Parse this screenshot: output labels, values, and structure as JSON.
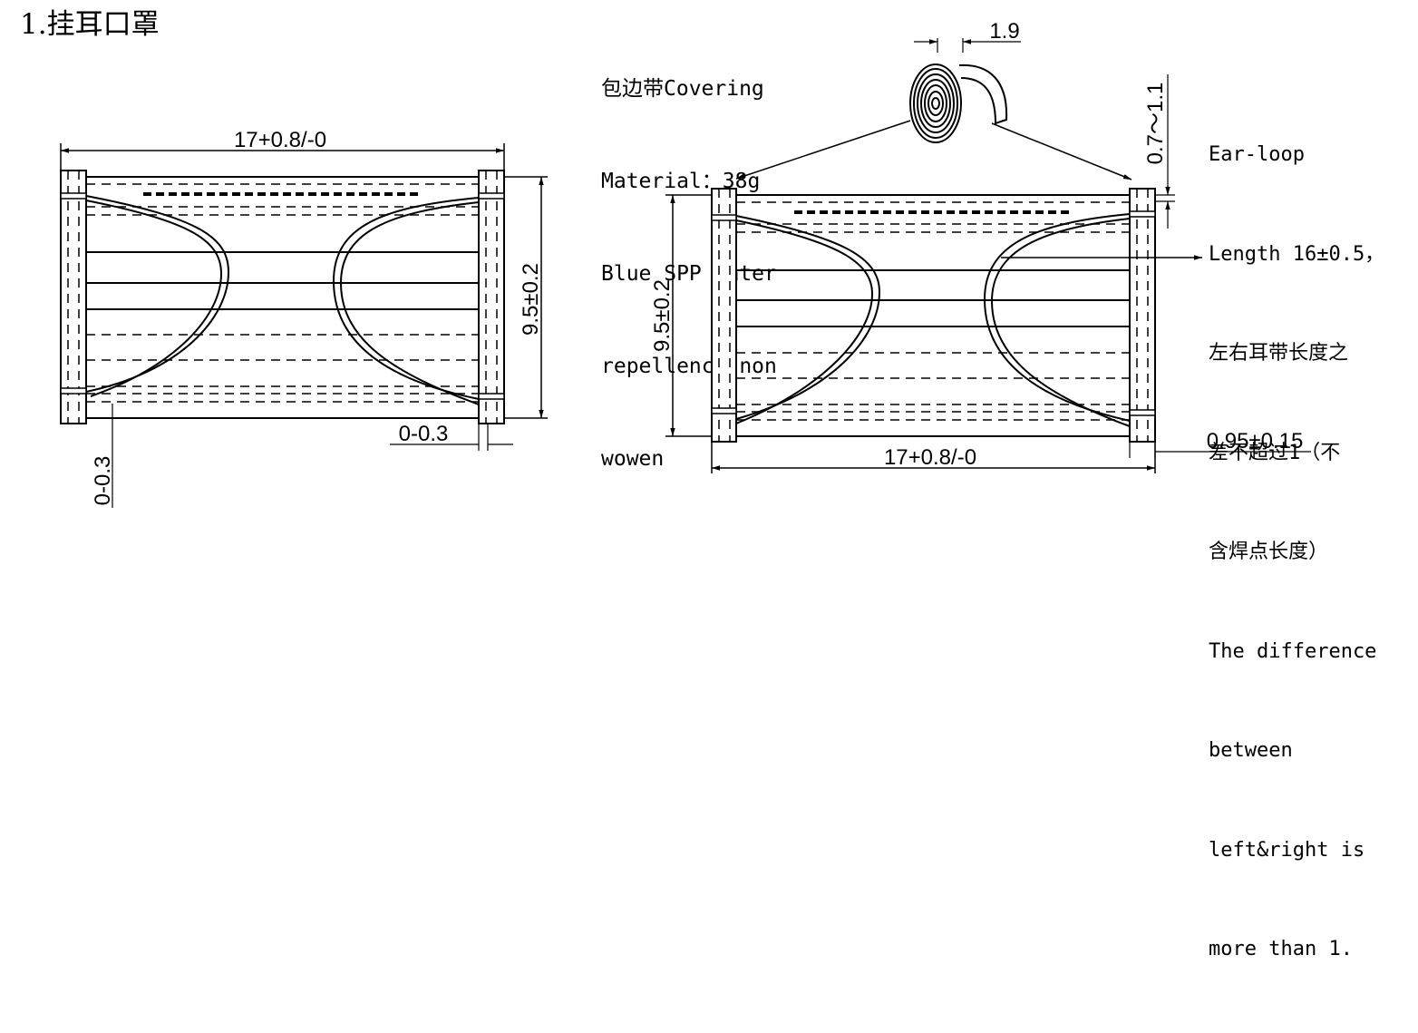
{
  "heading": {
    "title": "1.挂耳口罩"
  },
  "notes": {
    "covering": [
      "包边带Covering",
      "Material：38g",
      "Blue SPP Water",
      "repellency non",
      "wowen"
    ],
    "earloop": [
      "Ear-loop",
      "Length 16±0.5，",
      "左右耳带长度之",
      "差不超过1（不",
      "含焊点长度）",
      "The difference",
      "between",
      "left&right is",
      "more than 1."
    ]
  },
  "left_view": {
    "width_dim": "17+0.8/-0",
    "height_dim": "9.5±0.2",
    "edge_gap_bottom": "0-0.3",
    "edge_gap_right": "0-0.3"
  },
  "right_view": {
    "width_dim": "17+0.8/-0",
    "height_dim": "9.5±0.2",
    "tape_width": "1.9",
    "band_height": "0.7～1.1",
    "loop_weld": "0.95±0.15"
  }
}
